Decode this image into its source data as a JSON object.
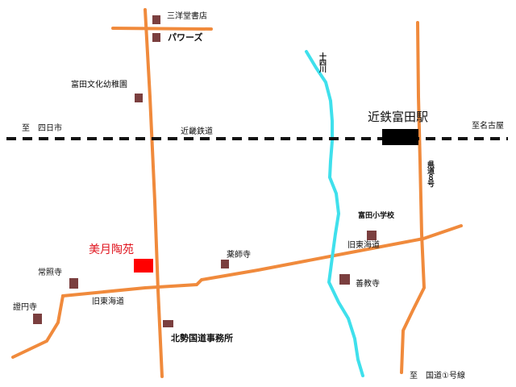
{
  "colors": {
    "road": "#f08a3c",
    "river": "#3fe0ec",
    "railway": "#111111",
    "building": "#7b3f3f",
    "station": "#000000",
    "highlight": "#ff0000",
    "highlight_text": "#e0141e"
  },
  "labels": {
    "sanyodo": "三洋堂書店",
    "powers": "パワーズ",
    "kindergarten": "富田文化幼稚園",
    "river": "十四川",
    "station": "近鉄富田駅",
    "to_yokkaichi": "至　四日市",
    "railway": "近畿鉄道",
    "to_nagoya": "至名古屋",
    "route8": "県道８号",
    "school": "富田小学校",
    "old_tokaido_east": "旧東海道",
    "mizuki": "美月陶苑",
    "yakushiji": "薬師寺",
    "joshoji": "常照寺",
    "fukyoji": "善教寺",
    "shoenji": "證円寺",
    "old_tokaido_west": "旧東海道",
    "kitase": "北勢国道事務所",
    "to_route1": "至　国道①号線"
  }
}
